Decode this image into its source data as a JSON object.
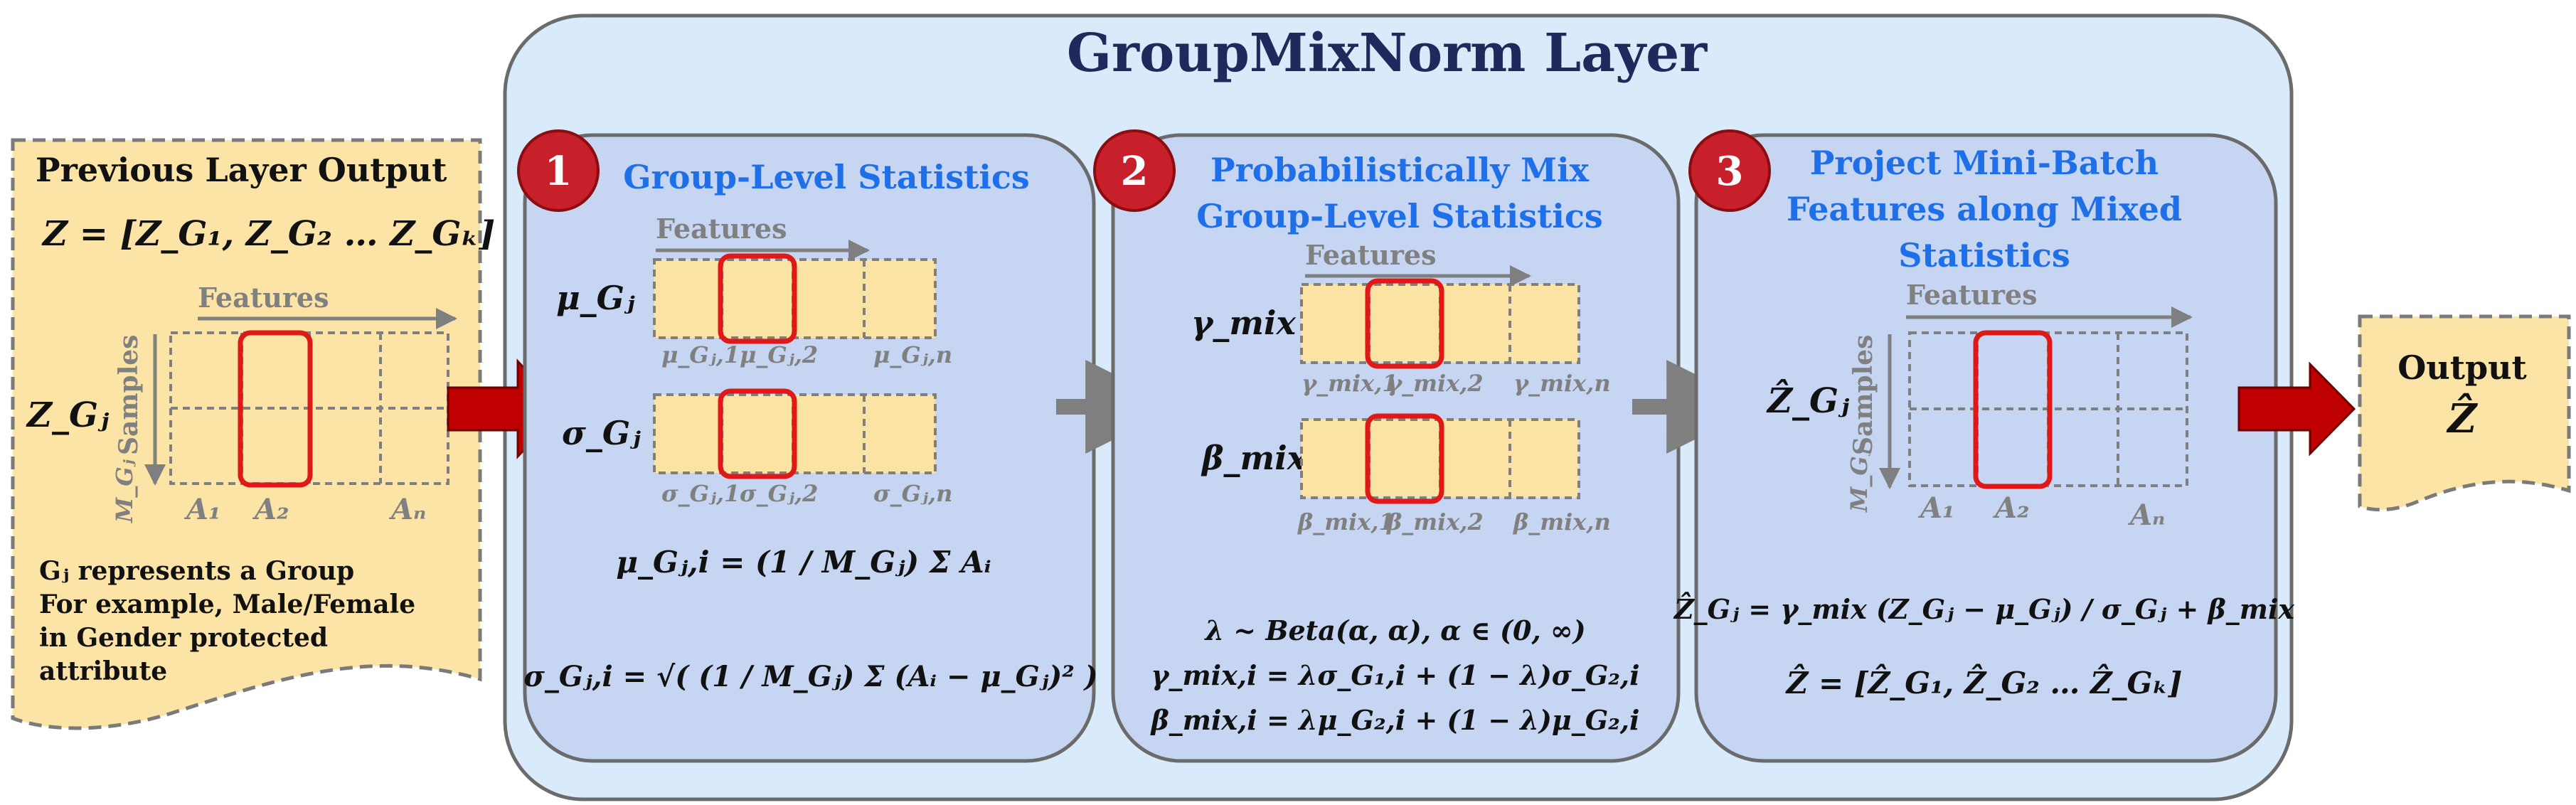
{
  "title": "GroupMixNorm Layer",
  "colors": {
    "title": "#1f2a5c",
    "stage_heading": "#1f6fe8",
    "outer_fill": "#d9ebfa",
    "panel_fill": "#c5d5f2",
    "input_fill": "#fbe4a6",
    "cell_fill": "#fbe3a4",
    "highlight": "#e01818",
    "badge": "#c8202a",
    "arrow_red": "#c00000",
    "arrow_gray": "#7f7f7f",
    "label_gray": "#808080"
  },
  "input": {
    "heading": "Previous Layer Output",
    "formula": "Z = [Z_G₁, Z_G₂ … Z_Gₖ]",
    "features_label": "Features",
    "samples_label": "Samples",
    "row_label": "Z_Gⱼ",
    "samples_sub": "M_Gⱼ",
    "col_labels": [
      "A₁",
      "A₂",
      "Aₙ"
    ],
    "note": [
      "Gⱼ represents a Group",
      "For example, Male/Female",
      "in Gender protected",
      "attribute"
    ]
  },
  "stage1": {
    "badge": "1",
    "heading": [
      "Group-Level Statistics"
    ],
    "features_label": "Features",
    "mu_label": "μ_Gⱼ",
    "sigma_label": "σ_Gⱼ",
    "mu_cols": [
      "μ_Gⱼ,1",
      "μ_Gⱼ,2",
      "μ_Gⱼ,n"
    ],
    "sigma_cols": [
      "σ_Gⱼ,1",
      "σ_Gⱼ,2",
      "σ_Gⱼ,n"
    ],
    "formula_mu": "μ_Gⱼ,i = (1 / M_Gⱼ) Σ Aᵢ",
    "formula_sigma": "σ_Gⱼ,i = √( (1 / M_Gⱼ) Σ (Aᵢ − μ_Gⱼ)² )"
  },
  "stage2": {
    "badge": "2",
    "heading": [
      "Probabilistically Mix",
      "Group-Level Statistics"
    ],
    "features_label": "Features",
    "gamma_label": "γ_mix",
    "beta_label": "β_mix",
    "gamma_cols": [
      "γ_mix,1",
      "γ_mix,2",
      "γ_mix,n"
    ],
    "beta_cols": [
      "β_mix,1",
      "β_mix,2",
      "β_mix,n"
    ],
    "formula_lambda": "λ ~ Beta(α, α), α ∈ (0, ∞)",
    "formula_gamma": "γ_mix,i = λσ_G₁,i + (1 − λ)σ_G₂,i",
    "formula_beta": "β_mix,i = λμ_G₂,i + (1 − λ)μ_G₂,i"
  },
  "stage3": {
    "badge": "3",
    "heading": [
      "Project Mini-Batch",
      "Features along Mixed",
      "Statistics"
    ],
    "features_label": "Features",
    "samples_label": "Samples",
    "row_label": "Ẑ_Gⱼ",
    "samples_sub": "M_Gⱼ",
    "col_labels": [
      "A₁",
      "A₂",
      "Aₙ"
    ],
    "formula_proj": "Ẑ_Gⱼ = γ_mix (Z_Gⱼ − μ_Gⱼ) / σ_Gⱼ + β_mix",
    "formula_z": "Ẑ = [Ẑ_G₁, Ẑ_G₂ … Ẑ_Gₖ]"
  },
  "output": {
    "heading": "Output",
    "symbol": "Ẑ"
  }
}
